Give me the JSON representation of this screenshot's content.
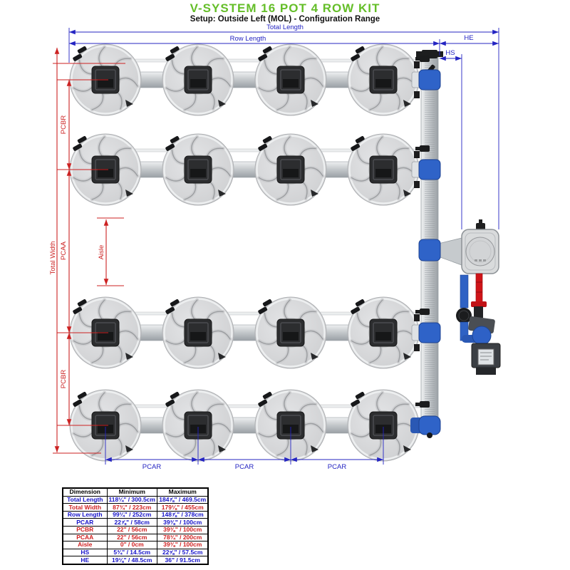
{
  "title": "V-SYSTEM 16 POT 4 ROW KIT",
  "subtitle": "Setup: Outside Left (MOL) - Configuration Range",
  "colors": {
    "accent_green": "#64BE28",
    "dimension_blue": "#2424C2",
    "dimension_red": "#CC2222",
    "table_blue": "#1512C8",
    "table_red": "#D01F1F"
  },
  "diagram": {
    "pots": {
      "rows": 4,
      "columns": 4,
      "total": 16
    },
    "labels": {
      "total_length": "Total Length",
      "row_length": "Row Length",
      "he": "HE",
      "hs": "HS",
      "total_width": "Total Width",
      "pcbr": "PCBR",
      "pcaa": "PCAA",
      "aisle": "Aisle",
      "pcar": "PCAR"
    }
  },
  "table": {
    "headers": [
      "Dimension",
      "Minimum",
      "Maximum"
    ],
    "rows": [
      {
        "label": "Total Length",
        "min": "118¼\" / 300.5cm",
        "max": "184⅞\" / 469.5cm",
        "color": "blue"
      },
      {
        "label": "Total Width",
        "min": "87¾\" / 223cm",
        "max": "179⅛\" / 455cm",
        "color": "red"
      },
      {
        "label": "Row Length",
        "min": "99¼\" / 252cm",
        "max": "148⅞\" / 378cm",
        "color": "blue"
      },
      {
        "label": "PCAR",
        "min": "22⅞\" / 58cm",
        "max": "39⅜\" / 100cm",
        "color": "blue"
      },
      {
        "label": "PCBR",
        "min": "22\" / 56cm",
        "max": "39⅜\" / 100cm",
        "color": "red"
      },
      {
        "label": "PCAA",
        "min": "22\" / 56cm",
        "max": "78¾\" / 200cm",
        "color": "red"
      },
      {
        "label": "Aisle",
        "min": "0\" / 0cm",
        "max": "39⅜\" / 100cm",
        "color": "red"
      },
      {
        "label": "HS",
        "min": "5¾\" / 14.5cm",
        "max": "22⅝\" / 57.5cm",
        "color": "blue"
      },
      {
        "label": "HE",
        "min": "19⅛\" / 48.5cm",
        "max": "36\" / 91.5cm",
        "color": "blue"
      }
    ]
  }
}
